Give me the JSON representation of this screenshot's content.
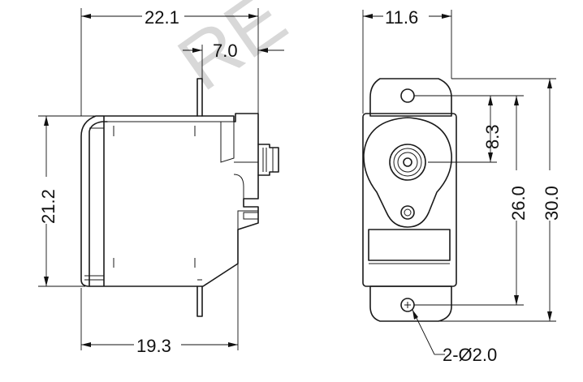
{
  "watermark": "RE",
  "dimensions": {
    "total_width": "22.1",
    "horn_offset": "7.0",
    "body_height": "21.2",
    "body_width": "19.3",
    "front_width": "11.6",
    "hole_offset": "8.3",
    "hole_spacing": "26.0",
    "total_height": "30.0",
    "hole_callout": "2-Ø2.0"
  }
}
